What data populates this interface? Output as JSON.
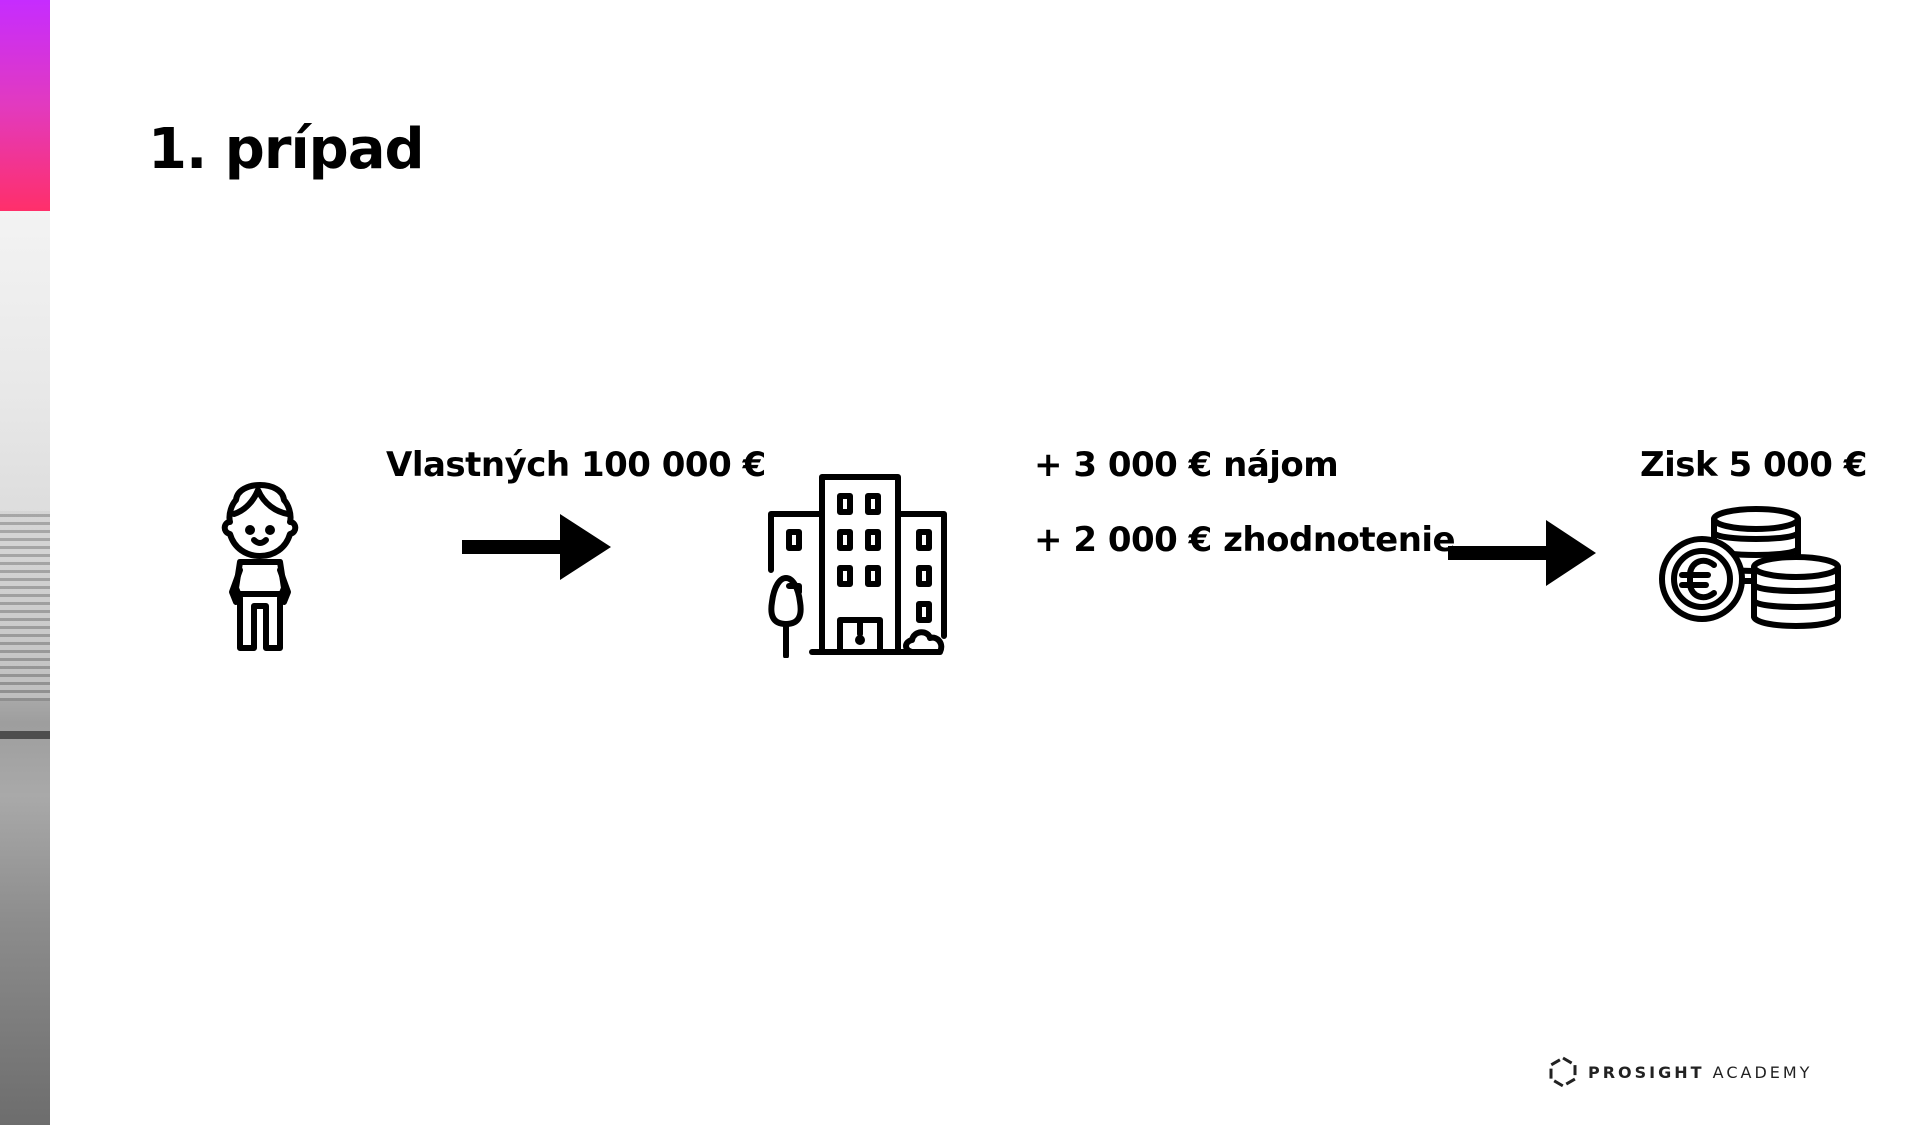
{
  "slide": {
    "title": "1. prípad"
  },
  "flow": {
    "own_funds_label": "Vlastných 100 000 €",
    "rent_label": "+ 3 000 € nájom",
    "appreciation_label": "+ 2 000 € zhodnotenie",
    "profit_label": "Zisk 5 000 €",
    "icons": [
      "person-icon",
      "arrow-right-icon",
      "building-icon",
      "arrow-right-icon",
      "euro-coins-icon"
    ]
  },
  "footer": {
    "brand_bold": "PROSIGHT",
    "brand_light": "ACADEMY"
  },
  "colors": {
    "accent_gradient_top": "#c62cff",
    "accent_gradient_bottom": "#ff2f6a",
    "text": "#000000"
  }
}
